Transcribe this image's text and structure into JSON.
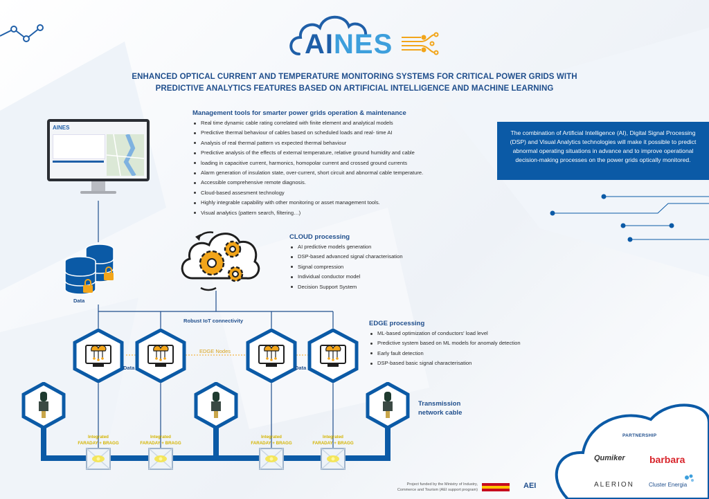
{
  "header": {
    "logo_text_ai": "AI",
    "logo_text_nes": "NES",
    "title_line1": "ENHANCED OPTICAL CURRENT AND TEMPERATURE MONITORING SYSTEMS FOR CRITICAL POWER GRIDS WITH",
    "title_line2": "PREDICTIVE ANALYTICS FEATURES BASED ON ARTIFICIAL INTELLIGENCE AND MACHINE LEARNING"
  },
  "monitor": {
    "screen_logo": "AINES"
  },
  "management": {
    "heading": "Management tools for smarter power grids operation & maintenance",
    "items": [
      "Real time dynamic cable rating correlated with finite element and analytical models",
      "Predictive thermal behaviour of cables based on scheduled loads and real- time AI",
      "Analysis of real thermal pattern vs expected thermal behaviour",
      "Predictive analysis of the effects of external temperature, relative ground humidity and cable",
      "loading in capacitive current, harmonics, homopolar current and crossed ground currents",
      "Alarm generation of insulation state, over-current, short circuit and abnormal cable temperature.",
      "Accessible comprehensive remote diagnosis.",
      "Cloud-based assesment technology",
      "Highly integrable capability with other monitoring or asset management tools.",
      "Visual analytics (pattern search, filtering…)"
    ]
  },
  "bluebox": {
    "text": "The combination of Artificial Intelligence (AI), Digital Signal Processing (DSP) and Visual Analytics technologies will make it possible to predict abnormal operating situations in advance and to improve operational decision-making processes on the power grids optically monitored."
  },
  "cloud": {
    "heading": "CLOUD processing",
    "items": [
      "AI predictive models generation",
      "DSP-based advanced signal characterisation",
      "Signal compression",
      "Individual conductor model",
      "Decision Support System"
    ]
  },
  "edge": {
    "heading": "EDGE processing",
    "items": [
      "ML-based optimization of conductors' load level",
      "Predictive system based on ML models for anomaly detection",
      "Early fault detection",
      "DSP-based basic signal characterisation"
    ]
  },
  "labels": {
    "data_db": "Data",
    "iot": "Robust IoT connectivity",
    "edge_nodes": "EDGE Nodes",
    "data_left": "Data",
    "data_right": "Data",
    "transmission_line1": "Transmission",
    "transmission_line2": "network cable",
    "sensor_line1": "Integrated",
    "sensor_line2": "FARADAY + BRAGG"
  },
  "partnership": {
    "title": "PARTNERSHIP",
    "partners": [
      "Qumiker",
      "barbara",
      "ALERION",
      "Cluster Energia"
    ]
  },
  "footer": {
    "line1": "Project funded by the Ministry of Industry,",
    "line2": "Commerce and Tourism (AEI support program)",
    "aei": "AEI"
  },
  "colors": {
    "navy": "#1f4e8c",
    "blue": "#0b5aa6",
    "yellow": "#d4b400",
    "orange": "#f2a51a"
  }
}
